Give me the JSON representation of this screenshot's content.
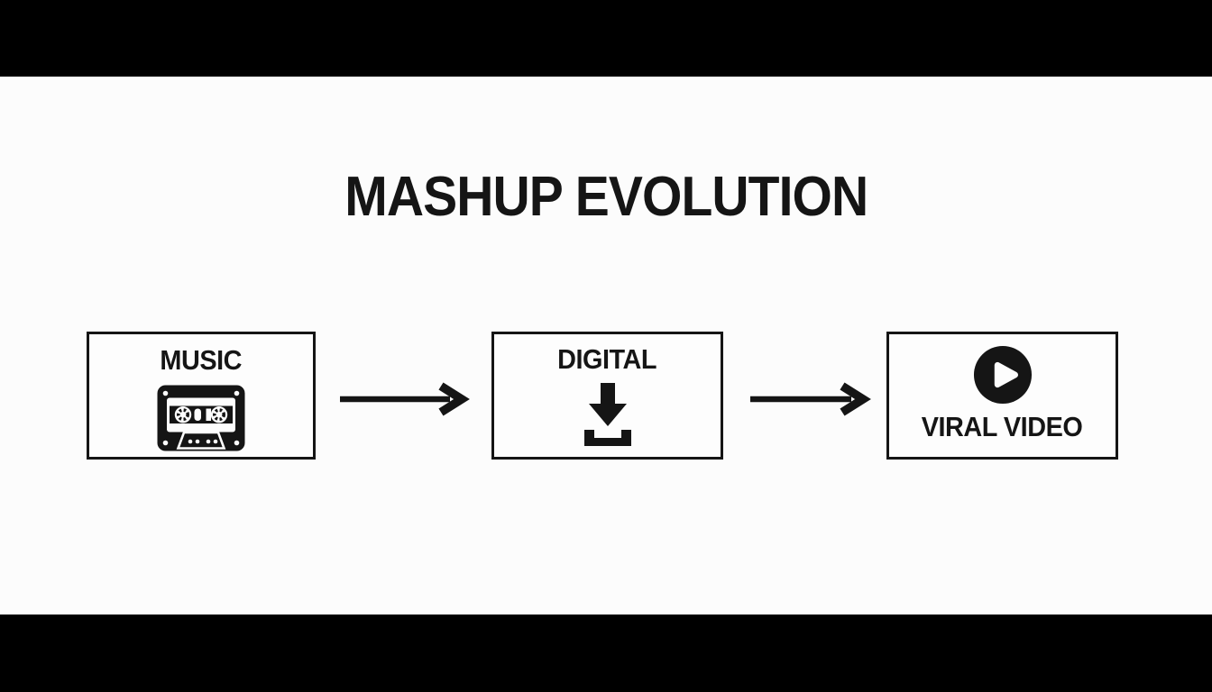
{
  "title": "MASHUP EVOLUTION",
  "colors": {
    "background": "#fcfcfc",
    "letterbox": "#000000",
    "ink": "#151515"
  },
  "flow": {
    "nodes": [
      {
        "label": "MUSIC",
        "icon": "cassette-tape-icon",
        "icon_position": "below-label"
      },
      {
        "label": "DIGITAL",
        "icon": "download-icon",
        "icon_position": "below-label"
      },
      {
        "label": "VIRAL VIDEO",
        "icon": "play-button-icon",
        "icon_position": "above-label"
      }
    ],
    "connectors": [
      {
        "type": "arrow-right",
        "from": "MUSIC",
        "to": "DIGITAL"
      },
      {
        "type": "arrow-right",
        "from": "DIGITAL",
        "to": "VIRAL VIDEO"
      }
    ]
  }
}
